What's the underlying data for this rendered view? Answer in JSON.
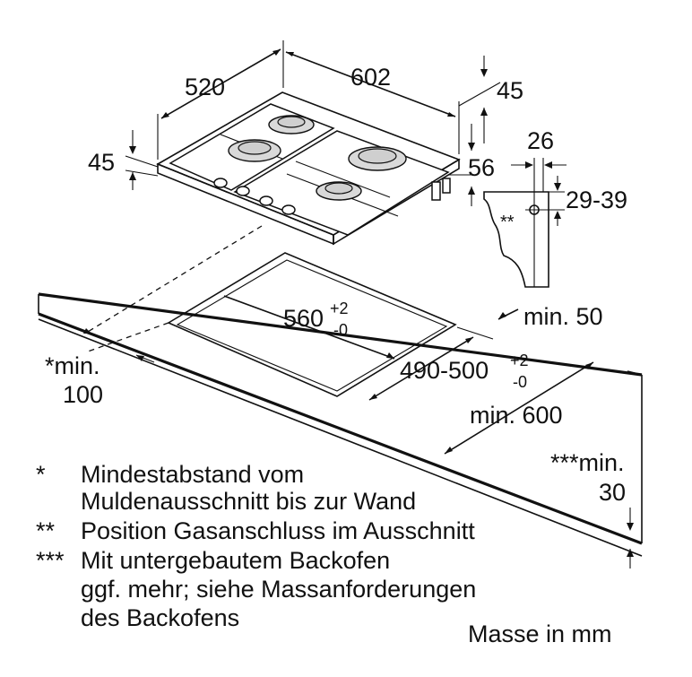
{
  "dimensions": {
    "hob_depth": "520",
    "hob_width": "602",
    "hob_height_right": "45",
    "hob_height_left": "45",
    "hob_edge_offset": "56",
    "gas_offset_x": "26",
    "gas_offset_y": "29-39",
    "gas_marker": "**",
    "cutout_width": "560",
    "cutout_width_tol_plus": "+2",
    "cutout_width_tol_minus": "-0",
    "cutout_depth": "490-500",
    "cutout_depth_tol_plus": "+2",
    "cutout_depth_tol_minus": "-0",
    "front_clearance": "min. 50",
    "wall_clearance_line1": "*min.",
    "wall_clearance_line2": "100",
    "worktop_depth": "min. 600",
    "worktop_thickness_line1": "***min.",
    "worktop_thickness_line2": "30"
  },
  "notes": [
    {
      "marker": "*",
      "lines": [
        "Mindestabstand vom",
        "Muldenausschnitt bis zur Wand"
      ]
    },
    {
      "marker": "**",
      "lines": [
        "Position Gasanschluss im Ausschnitt"
      ]
    },
    {
      "marker": "***",
      "lines": [
        "Mit untergebautem Backofen",
        "ggf. mehr; siehe Massanforderungen",
        "des Backofens"
      ]
    }
  ],
  "units_note": "Masse in mm"
}
